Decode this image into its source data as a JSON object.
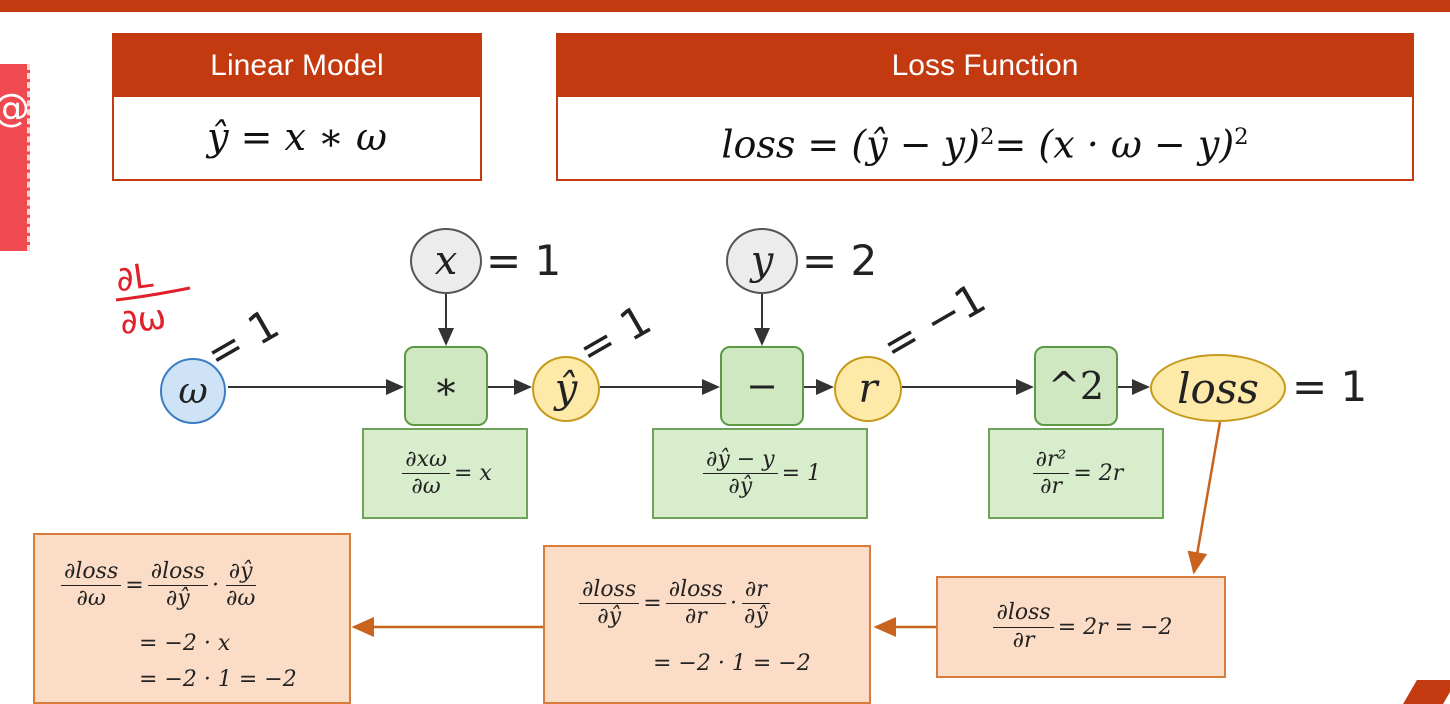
{
  "panels": {
    "model": {
      "title": "Linear Model",
      "formula_lhs": "ŷ",
      "formula_rhs": " = x ∗ ω"
    },
    "loss": {
      "title": "Loss Function",
      "formula_a": "loss = (ŷ − y)",
      "formula_sq1": "2",
      "formula_b": "= (x · ω − y)",
      "formula_sq2": "2"
    }
  },
  "graph": {
    "x_node": "x",
    "x_value": "= 1",
    "y_node": "y",
    "y_value": "= 2",
    "w_node": "ω",
    "w_grad": "= 1",
    "mul_op": "∗",
    "yhat_node": "ŷ",
    "yhat_grad": "= 1",
    "sub_op": "−",
    "r_node": "r",
    "r_grad": "= −1",
    "sq_op": "^2",
    "loss_node": "loss",
    "loss_value": "= 1"
  },
  "local_derivs": {
    "mul": {
      "num": "∂xω",
      "den": "∂ω",
      "rhs": "= x"
    },
    "sub": {
      "num": "∂ŷ − y",
      "den": "∂ŷ",
      "rhs": "= 1"
    },
    "sq": {
      "num": "∂r²",
      "den": "∂r",
      "rhs": "= 2r"
    }
  },
  "backprop": {
    "loss_r": {
      "num": "∂loss",
      "den": "∂r",
      "rhs": "= 2r = −2"
    },
    "loss_yhat": {
      "lhs_num": "∂loss",
      "lhs_den": "∂ŷ",
      "eq": "=",
      "f1_num": "∂loss",
      "f1_den": "∂r",
      "dot": "·",
      "f2_num": "∂r",
      "f2_den": "∂ŷ",
      "line2": "= −2 · 1 = −2"
    },
    "loss_w": {
      "lhs_num": "∂loss",
      "lhs_den": "∂ω",
      "eq": "=",
      "f1_num": "∂loss",
      "f1_den": "∂ŷ",
      "dot": "·",
      "f2_num": "∂ŷ",
      "f2_den": "∂ω",
      "line2": "= −2 · x",
      "line3": "= −2 · 1 = −2"
    }
  },
  "annotation": {
    "num": "∂L",
    "den": "∂ω"
  },
  "colors": {
    "accent": "#c43a10",
    "green": "#cfe8c2",
    "orange": "#fbdcc6",
    "yellow": "#fdeaa8",
    "blue": "#cfe3f7"
  }
}
